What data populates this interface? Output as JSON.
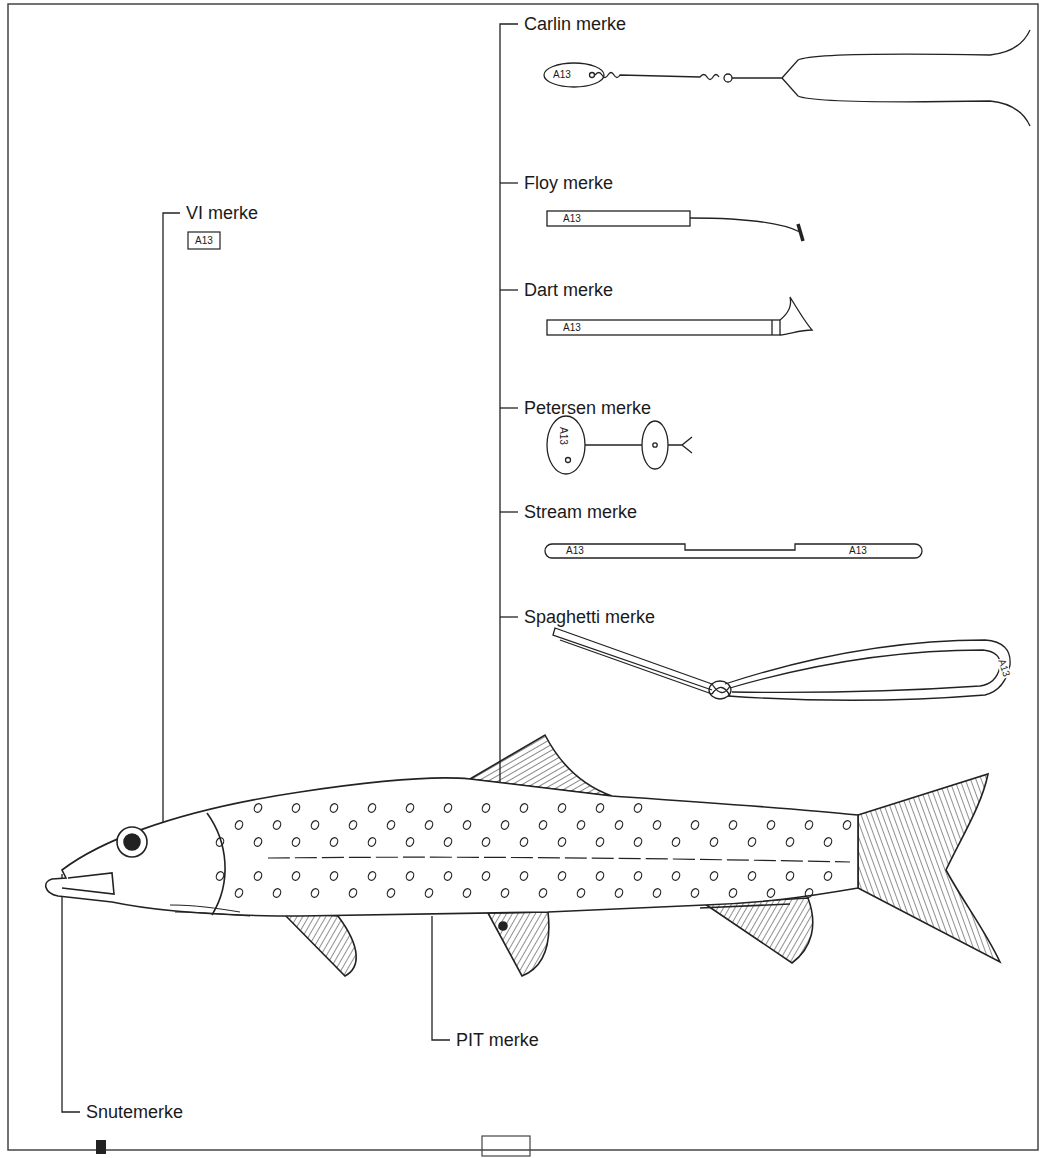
{
  "diagram": {
    "labels": [
      "Carlin merke",
      "A13",
      "Floy merke",
      "A13",
      "Dart merke",
      "A13",
      "VI merke",
      "A13",
      "Petersen merke",
      "A13",
      "Stream merke",
      "A13",
      "A13",
      "Spaghetti merke",
      "A13",
      "Snutemerke",
      "PIT merke"
    ]
  }
}
